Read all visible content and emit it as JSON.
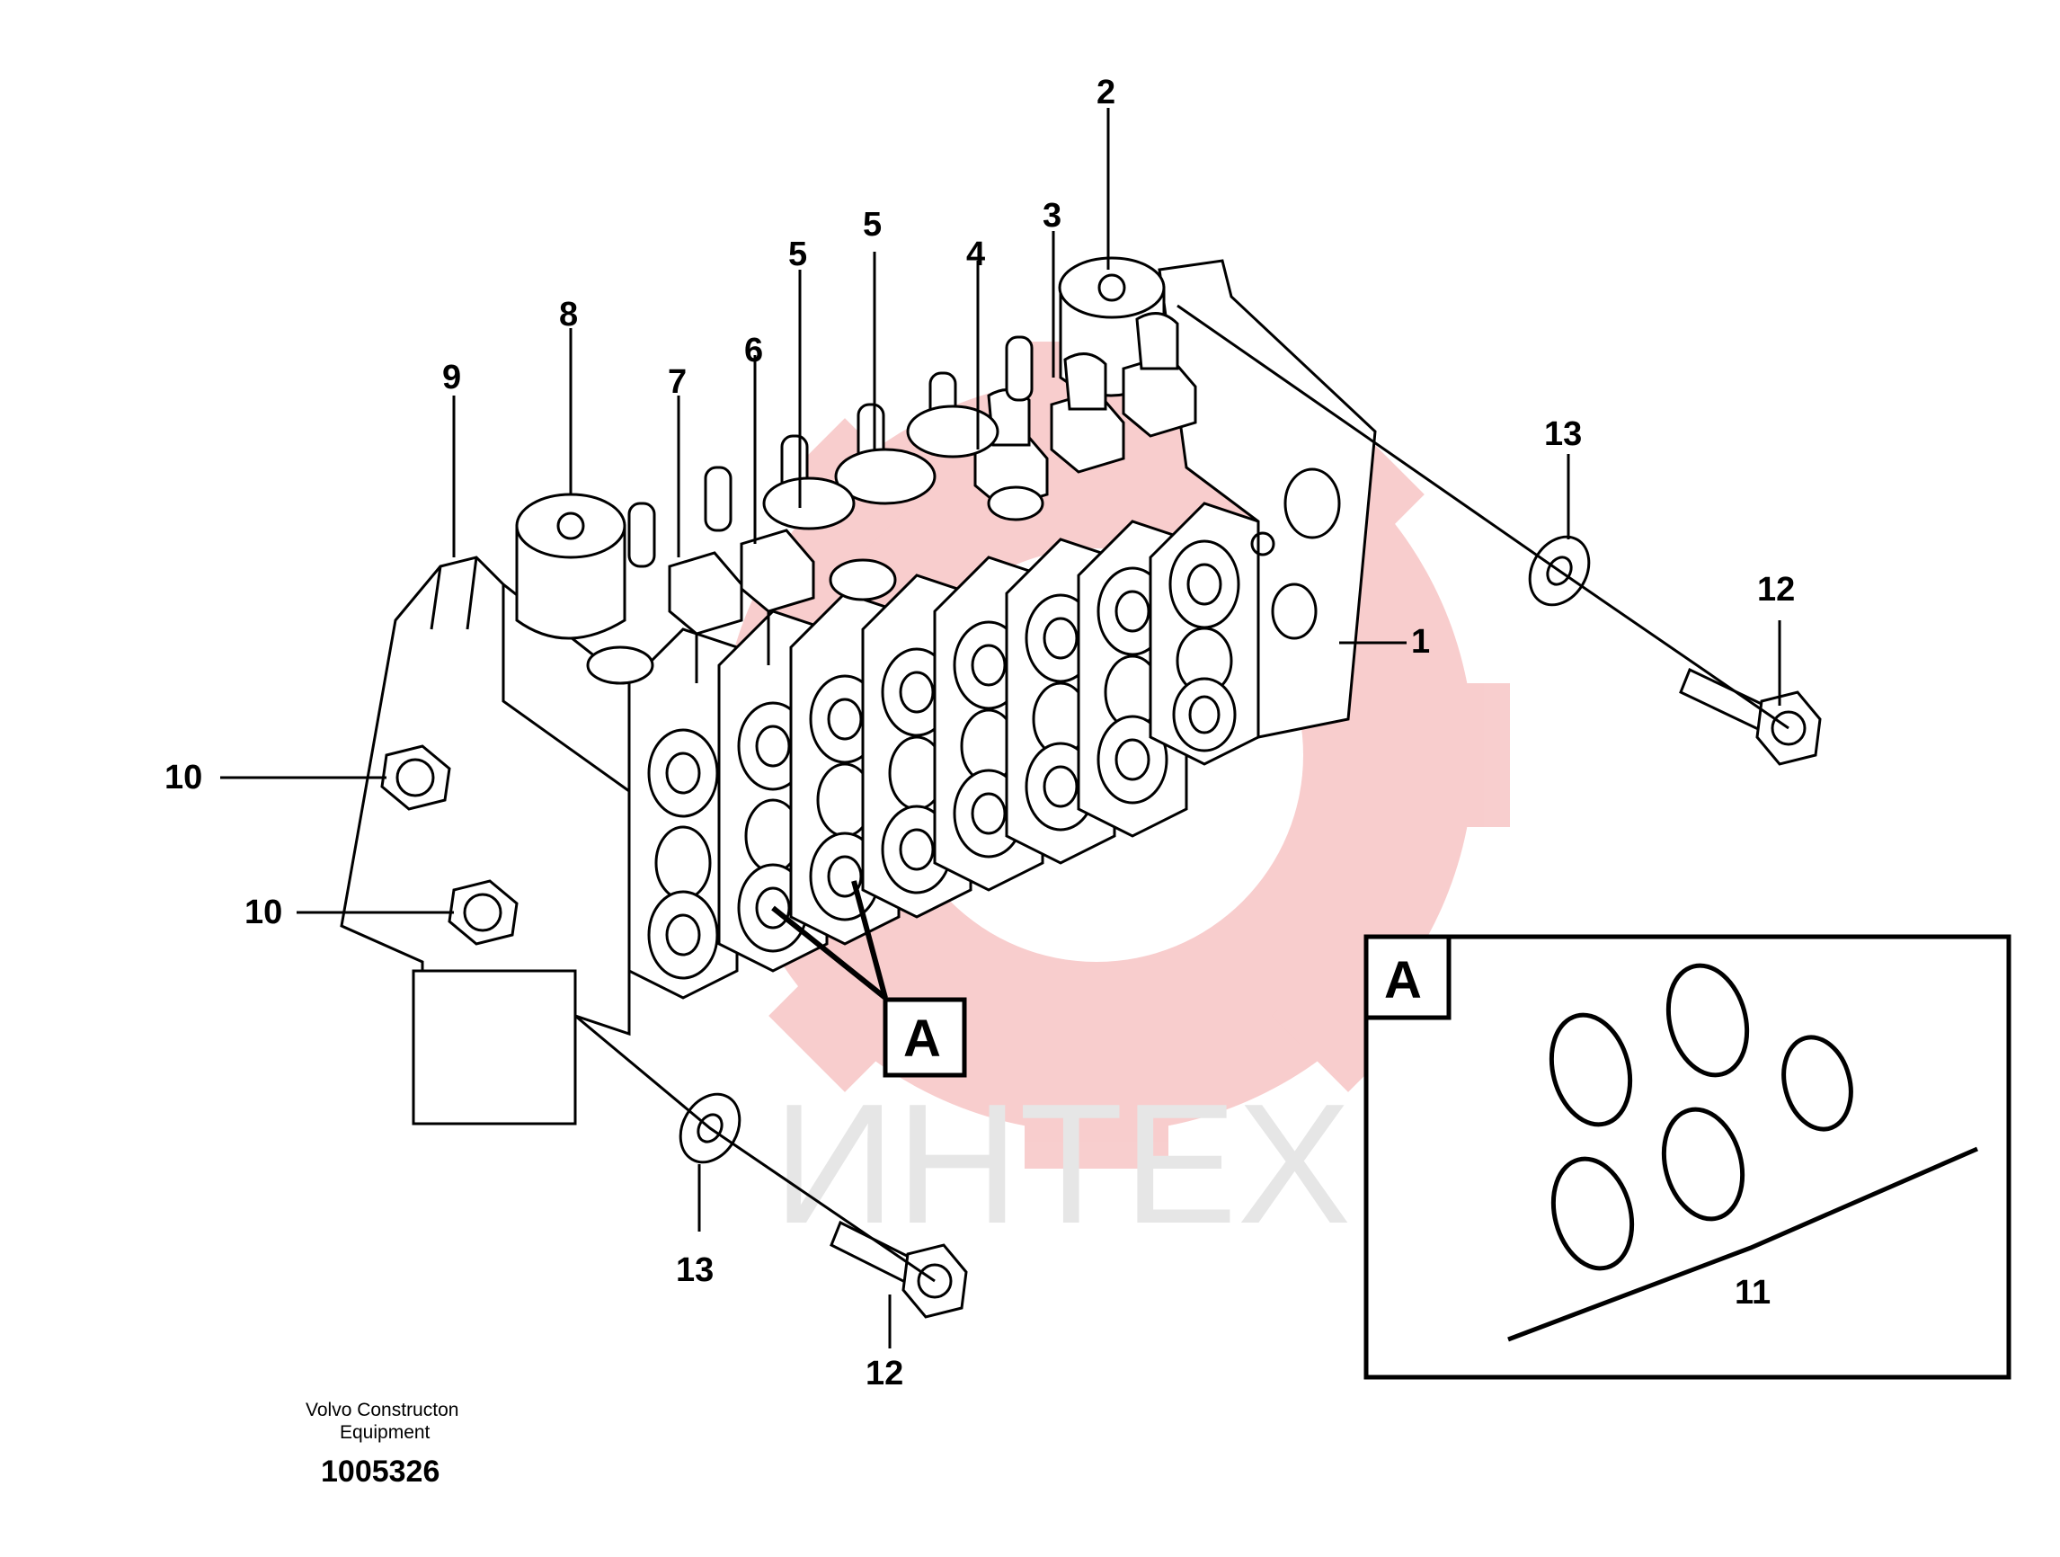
{
  "watermark": {
    "text": "ИНТЕХ",
    "gear_color": "#f7c5c5",
    "text_color": "#e6e6e6"
  },
  "callouts": {
    "c1": "1",
    "c2": "2",
    "c3": "3",
    "c4": "4",
    "c5a": "5",
    "c5b": "5",
    "c6": "6",
    "c7": "7",
    "c8": "8",
    "c9": "9",
    "c10a": "10",
    "c10b": "10",
    "c11": "11",
    "c12a": "12",
    "c12b": "12",
    "c13a": "13",
    "c13b": "13"
  },
  "detail": {
    "label": "A",
    "box_label": "A"
  },
  "caption": {
    "line1": "Volvo Constructon",
    "line2": "Equipment",
    "number": "1005326"
  }
}
